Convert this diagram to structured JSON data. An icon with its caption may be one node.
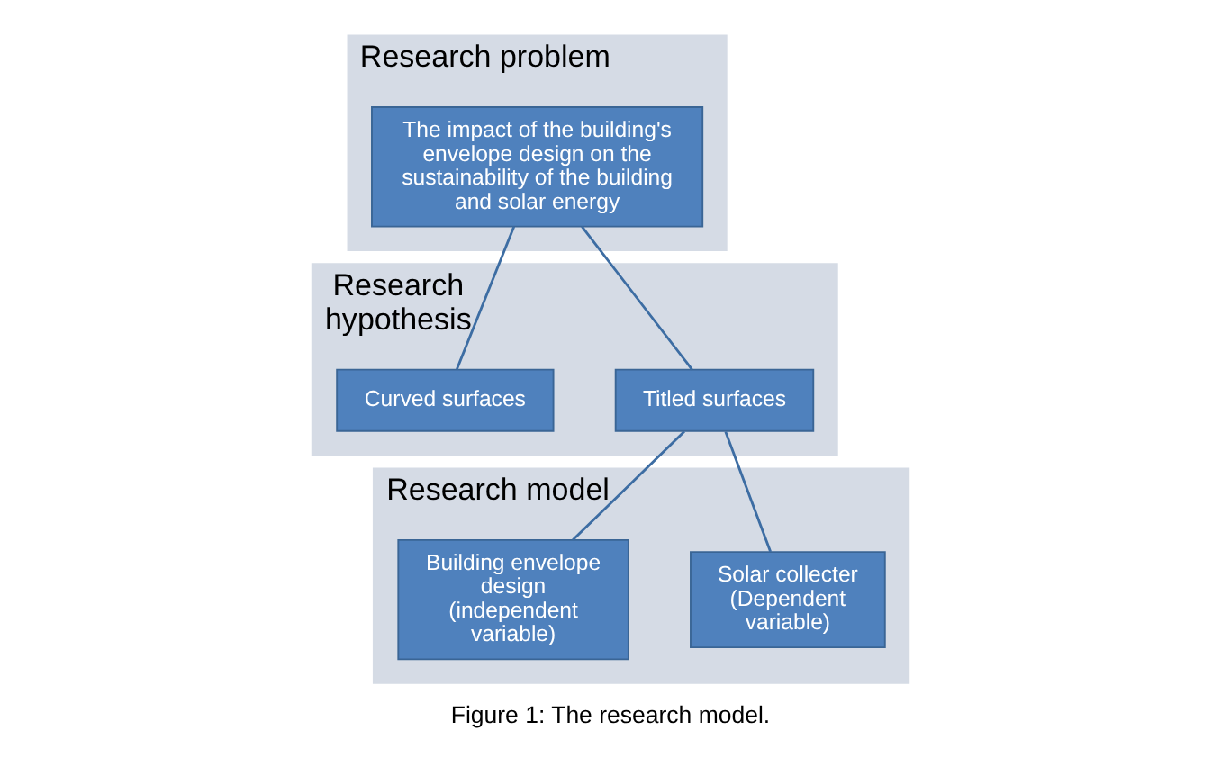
{
  "diagram": {
    "caption": "Figure 1: The research model.",
    "nodes": [
      {
        "text": [
          "Research problem"
        ]
      },
      {
        "text": [
          "The impact of the building's envelope design on the sustainability of the building and solar energy"
        ],
        "in": 0
      },
      {
        "text": [
          "Research hypothesis"
        ]
      },
      {
        "text": [
          "Titled surfaces"
        ],
        "in": 2
      },
      {
        "text": [
          "Curved surfaces"
        ],
        "in": 2
      },
      {
        "text": [
          "Research model"
        ]
      },
      {
        "text": [
          "Solar collecter (Dependent variable)"
        ],
        "in": 5
      },
      {
        "text": [
          "Building envelope design (independent variable)"
        ],
        "in": 5
      }
    ],
    "edges": [
      {
        "from": 1,
        "to": 3,
        "arrow": "none"
      },
      {
        "from": 1,
        "to": 4,
        "arrow": "none"
      },
      {
        "from": 3,
        "to": 6,
        "arrow": "none"
      },
      {
        "from": 3,
        "to": 7,
        "arrow": "none"
      }
    ]
  }
}
